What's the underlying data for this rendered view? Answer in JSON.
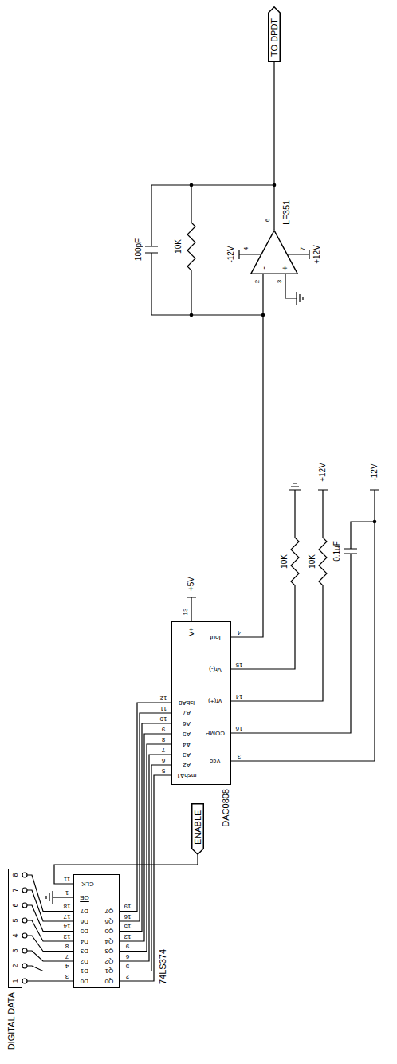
{
  "diagram": {
    "nodes": [
      {
        "text": [
          "DIGITAL DATA"
        ]
      },
      {
        "text": [
          "74LS374"
        ]
      },
      {
        "text": [
          "ENABLE"
        ]
      },
      {
        "text": [
          "DAC0808"
        ]
      },
      {
        "text": [
          "LF351"
        ]
      },
      {
        "text": [
          "TO DPDT"
        ]
      }
    ],
    "edges": [
      {
        "from": 0,
        "to": 1,
        "arrow": "none"
      },
      {
        "from": 2,
        "to": 1,
        "arrow": "none"
      },
      {
        "from": 1,
        "to": 3,
        "arrow": "none"
      },
      {
        "from": 3,
        "to": 4,
        "arrow": "none"
      },
      {
        "from": 4,
        "to": 5,
        "arrow": "none"
      }
    ],
    "labels": [
      "1",
      "2",
      "3",
      "4",
      "5",
      "6",
      "7",
      "8",
      "3",
      "4",
      "7",
      "8",
      "13",
      "14",
      "17",
      "18",
      "1",
      "11",
      "D0",
      "D1",
      "D2",
      "D3",
      "D4",
      "D5",
      "D6",
      "D7",
      "OE",
      "CLK",
      "Q0",
      "Q1",
      "Q2",
      "Q3",
      "Q4",
      "Q5",
      "Q6",
      "Q7",
      "2",
      "5",
      "6",
      "9",
      "12",
      "15",
      "16",
      "19",
      "5",
      "6",
      "7",
      "8",
      "9",
      "10",
      "11",
      "12",
      "msbA1",
      "A2",
      "A3",
      "A4",
      "A5",
      "A6",
      "A7",
      "lsbA8",
      "Vcc",
      "COMP",
      "Vr(+)",
      "Vr(-)",
      "Iout",
      "3",
      "16",
      "14",
      "15",
      "4",
      "V+",
      "13",
      "+5V",
      "10K",
      "10K",
      "0.1uF",
      "+12V",
      "-12V",
      "-",
      "+",
      "2",
      "3",
      "6",
      "4",
      "7",
      "-12V",
      "+12V",
      "100pF",
      "10K"
    ]
  }
}
